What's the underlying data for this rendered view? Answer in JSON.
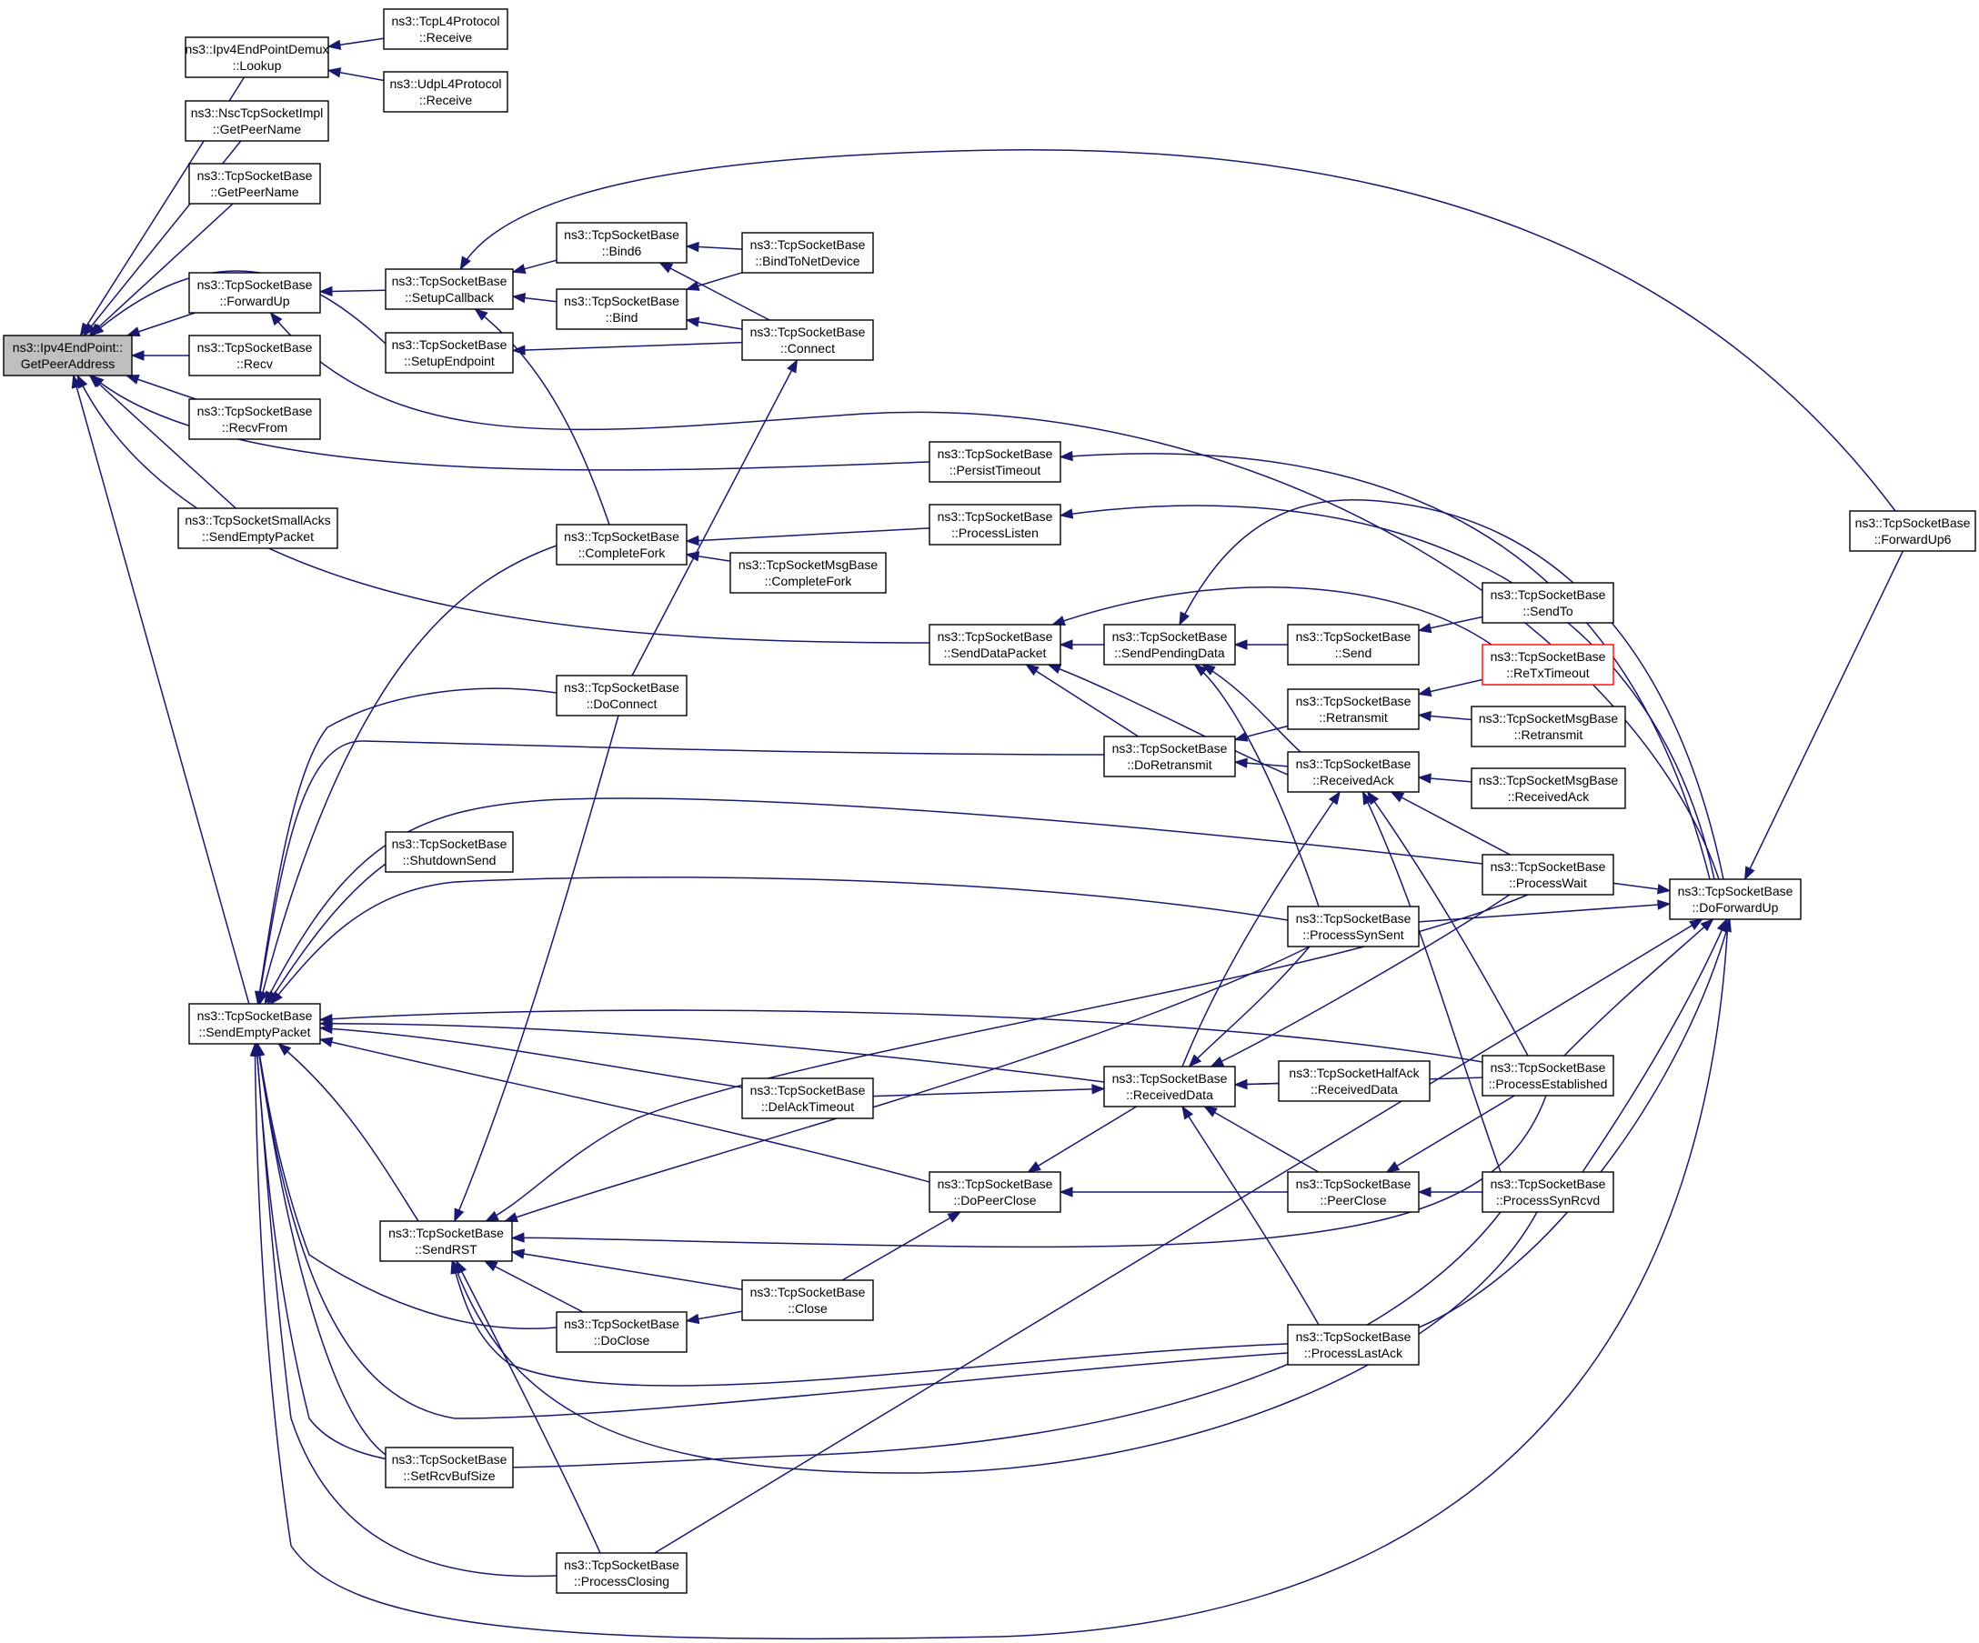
{
  "colors": {
    "edge": "#191970",
    "root_fill": "#bfbfbf",
    "node_border": "#000000",
    "highlight_border": "#ff0000"
  },
  "nodes": [
    {
      "id": "root",
      "line1": "ns3::Ipv4EndPoint::",
      "line2": "GetPeerAddress",
      "root": true
    },
    {
      "id": "lookup",
      "line1": "ns3::Ipv4EndPointDemux",
      "line2": "::Lookup"
    },
    {
      "id": "tcpl4recv",
      "line1": "ns3::TcpL4Protocol",
      "line2": "::Receive"
    },
    {
      "id": "udpl4recv",
      "line1": "ns3::UdpL4Protocol",
      "line2": "::Receive"
    },
    {
      "id": "nscgetpeer",
      "line1": "ns3::NscTcpSocketImpl",
      "line2": "::GetPeerName"
    },
    {
      "id": "getpeer",
      "line1": "ns3::TcpSocketBase",
      "line2": "::GetPeerName"
    },
    {
      "id": "forwardup",
      "line1": "ns3::TcpSocketBase",
      "line2": "::ForwardUp"
    },
    {
      "id": "recv",
      "line1": "ns3::TcpSocketBase",
      "line2": "::Recv"
    },
    {
      "id": "recvfrom",
      "line1": "ns3::TcpSocketBase",
      "line2": "::RecvFrom"
    },
    {
      "id": "smallacks",
      "line1": "ns3::TcpSocketSmallAcks",
      "line2": "::SendEmptyPacket"
    },
    {
      "id": "sendempty",
      "line1": "ns3::TcpSocketBase",
      "line2": "::SendEmptyPacket"
    },
    {
      "id": "setupcb",
      "line1": "ns3::TcpSocketBase",
      "line2": "::SetupCallback"
    },
    {
      "id": "setupep",
      "line1": "ns3::TcpSocketBase",
      "line2": "::SetupEndpoint"
    },
    {
      "id": "bind6",
      "line1": "ns3::TcpSocketBase",
      "line2": "::Bind6"
    },
    {
      "id": "bind",
      "line1": "ns3::TcpSocketBase",
      "line2": "::Bind"
    },
    {
      "id": "bindtonet",
      "line1": "ns3::TcpSocketBase",
      "line2": "::BindToNetDevice"
    },
    {
      "id": "connect",
      "line1": "ns3::TcpSocketBase",
      "line2": "::Connect"
    },
    {
      "id": "persist",
      "line1": "ns3::TcpSocketBase",
      "line2": "::PersistTimeout"
    },
    {
      "id": "completefork",
      "line1": "ns3::TcpSocketBase",
      "line2": "::CompleteFork"
    },
    {
      "id": "proclisten",
      "line1": "ns3::TcpSocketBase",
      "line2": "::ProcessListen"
    },
    {
      "id": "msgcompletefork",
      "line1": "ns3::TcpSocketMsgBase",
      "line2": "::CompleteFork"
    },
    {
      "id": "senddata",
      "line1": "ns3::TcpSocketBase",
      "line2": "::SendDataPacket"
    },
    {
      "id": "sendpending",
      "line1": "ns3::TcpSocketBase",
      "line2": "::SendPendingData"
    },
    {
      "id": "send",
      "line1": "ns3::TcpSocketBase",
      "line2": "::Send"
    },
    {
      "id": "sendto",
      "line1": "ns3::TcpSocketBase",
      "line2": "::SendTo"
    },
    {
      "id": "retx",
      "line1": "ns3::TcpSocketBase",
      "line2": "::ReTxTimeout",
      "red": true
    },
    {
      "id": "doconnect",
      "line1": "ns3::TcpSocketBase",
      "line2": "::DoConnect"
    },
    {
      "id": "retransmit",
      "line1": "ns3::TcpSocketBase",
      "line2": "::Retransmit"
    },
    {
      "id": "msgretransmit",
      "line1": "ns3::TcpSocketMsgBase",
      "line2": "::Retransmit"
    },
    {
      "id": "doretransmit",
      "line1": "ns3::TcpSocketBase",
      "line2": "::DoRetransmit"
    },
    {
      "id": "recvack",
      "line1": "ns3::TcpSocketBase",
      "line2": "::ReceivedAck"
    },
    {
      "id": "msgrecvack",
      "line1": "ns3::TcpSocketMsgBase",
      "line2": "::ReceivedAck"
    },
    {
      "id": "shutdown",
      "line1": "ns3::TcpSocketBase",
      "line2": "::ShutdownSend"
    },
    {
      "id": "procwait",
      "line1": "ns3::TcpSocketBase",
      "line2": "::ProcessWait"
    },
    {
      "id": "dofwdup",
      "line1": "ns3::TcpSocketBase",
      "line2": "::DoForwardUp"
    },
    {
      "id": "fwdup6",
      "line1": "ns3::TcpSocketBase",
      "line2": "::ForwardUp6"
    },
    {
      "id": "synsent",
      "line1": "ns3::TcpSocketBase",
      "line2": "::ProcessSynSent"
    },
    {
      "id": "delack",
      "line1": "ns3::TcpSocketBase",
      "line2": "::DelAckTimeout"
    },
    {
      "id": "recvdata",
      "line1": "ns3::TcpSocketBase",
      "line2": "::ReceivedData"
    },
    {
      "id": "halfack",
      "line1": "ns3::TcpSocketHalfAck",
      "line2": "::ReceivedData"
    },
    {
      "id": "established",
      "line1": "ns3::TcpSocketBase",
      "line2": "::ProcessEstablished"
    },
    {
      "id": "dopeerclose",
      "line1": "ns3::TcpSocketBase",
      "line2": "::DoPeerClose"
    },
    {
      "id": "peerclose",
      "line1": "ns3::TcpSocketBase",
      "line2": "::PeerClose"
    },
    {
      "id": "synrcvd",
      "line1": "ns3::TcpSocketBase",
      "line2": "::ProcessSynRcvd"
    },
    {
      "id": "sendrst",
      "line1": "ns3::TcpSocketBase",
      "line2": "::SendRST"
    },
    {
      "id": "close",
      "line1": "ns3::TcpSocketBase",
      "line2": "::Close"
    },
    {
      "id": "doclose",
      "line1": "ns3::TcpSocketBase",
      "line2": "::DoClose"
    },
    {
      "id": "lastack",
      "line1": "ns3::TcpSocketBase",
      "line2": "::ProcessLastAck"
    },
    {
      "id": "setrcvbuf",
      "line1": "ns3::TcpSocketBase",
      "line2": "::SetRcvBufSize"
    },
    {
      "id": "procclosing",
      "line1": "ns3::TcpSocketBase",
      "line2": "::ProcessClosing"
    }
  ],
  "edges": [
    {
      "from": "lookup",
      "to": "root"
    },
    {
      "from": "nscgetpeer",
      "to": "root"
    },
    {
      "from": "getpeer",
      "to": "root"
    },
    {
      "from": "setupep",
      "to": "root"
    },
    {
      "from": "forwardup",
      "to": "root"
    },
    {
      "from": "recv",
      "to": "root"
    },
    {
      "from": "recvfrom",
      "to": "root"
    },
    {
      "from": "persist",
      "to": "root"
    },
    {
      "from": "smallacks",
      "to": "root"
    },
    {
      "from": "senddata",
      "to": "root"
    },
    {
      "from": "sendempty",
      "to": "root"
    },
    {
      "from": "tcpl4recv",
      "to": "lookup"
    },
    {
      "from": "udpl4recv",
      "to": "lookup"
    },
    {
      "from": "setupcb",
      "to": "forwardup"
    },
    {
      "from": "dofwdup",
      "to": "forwardup"
    },
    {
      "from": "bind6",
      "to": "setupcb"
    },
    {
      "from": "bind",
      "to": "setupcb"
    },
    {
      "from": "completefork",
      "to": "setupcb"
    },
    {
      "from": "fwdup6",
      "to": "setupcb"
    },
    {
      "from": "connect",
      "to": "setupep"
    },
    {
      "from": "bindtonet",
      "to": "bind6"
    },
    {
      "from": "connect",
      "to": "bind6"
    },
    {
      "from": "bindtonet",
      "to": "bind"
    },
    {
      "from": "connect",
      "to": "bind"
    },
    {
      "from": "doconnect",
      "to": "connect"
    },
    {
      "from": "dofwdup",
      "to": "persist"
    },
    {
      "from": "proclisten",
      "to": "completefork"
    },
    {
      "from": "msgcompletefork",
      "to": "completefork"
    },
    {
      "from": "dofwdup",
      "to": "proclisten"
    },
    {
      "from": "sendpending",
      "to": "senddata"
    },
    {
      "from": "doretransmit",
      "to": "senddata"
    },
    {
      "from": "recvack",
      "to": "senddata"
    },
    {
      "from": "retx",
      "to": "senddata"
    },
    {
      "from": "send",
      "to": "sendpending"
    },
    {
      "from": "recvack",
      "to": "sendpending"
    },
    {
      "from": "synsent",
      "to": "sendpending"
    },
    {
      "from": "dofwdup",
      "to": "sendpending"
    },
    {
      "from": "sendto",
      "to": "send"
    },
    {
      "from": "retx",
      "to": "retransmit"
    },
    {
      "from": "msgretransmit",
      "to": "retransmit"
    },
    {
      "from": "retransmit",
      "to": "doretransmit"
    },
    {
      "from": "recvack",
      "to": "doretransmit"
    },
    {
      "from": "msgrecvack",
      "to": "recvack"
    },
    {
      "from": "procwait",
      "to": "recvack"
    },
    {
      "from": "established",
      "to": "recvack"
    },
    {
      "from": "synrcvd",
      "to": "recvack"
    },
    {
      "from": "recvdata",
      "to": "recvack"
    },
    {
      "from": "procwait",
      "to": "dofwdup"
    },
    {
      "from": "synsent",
      "to": "dofwdup"
    },
    {
      "from": "established",
      "to": "dofwdup"
    },
    {
      "from": "synrcvd",
      "to": "dofwdup"
    },
    {
      "from": "lastack",
      "to": "dofwdup"
    },
    {
      "from": "procclosing",
      "to": "dofwdup"
    },
    {
      "from": "fwdup6",
      "to": "dofwdup"
    },
    {
      "from": "delack",
      "to": "recvdata"
    },
    {
      "from": "halfack",
      "to": "recvdata"
    },
    {
      "from": "established",
      "to": "recvdata"
    },
    {
      "from": "peerclose",
      "to": "recvdata"
    },
    {
      "from": "lastack",
      "to": "recvdata"
    },
    {
      "from": "synsent",
      "to": "recvdata"
    },
    {
      "from": "procwait",
      "to": "recvdata"
    },
    {
      "from": "recvdata",
      "to": "dopeerclose"
    },
    {
      "from": "peerclose",
      "to": "dopeerclose"
    },
    {
      "from": "established",
      "to": "peerclose"
    },
    {
      "from": "synrcvd",
      "to": "peerclose"
    },
    {
      "from": "close",
      "to": "doclose"
    },
    {
      "from": "close",
      "to": "dopeerclose"
    },
    {
      "from": "doclose",
      "to": "sendrst"
    },
    {
      "from": "close",
      "to": "sendrst"
    },
    {
      "from": "lastack",
      "to": "sendrst"
    },
    {
      "from": "synrcvd",
      "to": "sendrst"
    },
    {
      "from": "established",
      "to": "sendrst"
    },
    {
      "from": "procwait",
      "to": "sendrst"
    },
    {
      "from": "synsent",
      "to": "sendrst"
    },
    {
      "from": "doconnect",
      "to": "sendrst"
    },
    {
      "from": "procclosing",
      "to": "sendrst"
    },
    {
      "from": "completefork",
      "to": "sendempty"
    },
    {
      "from": "doconnect",
      "to": "sendempty"
    },
    {
      "from": "doretransmit",
      "to": "sendempty"
    },
    {
      "from": "procwait",
      "to": "sendempty"
    },
    {
      "from": "shutdown",
      "to": "sendempty"
    },
    {
      "from": "synsent",
      "to": "sendempty"
    },
    {
      "from": "delack",
      "to": "sendempty"
    },
    {
      "from": "recvdata",
      "to": "sendempty"
    },
    {
      "from": "established",
      "to": "sendempty"
    },
    {
      "from": "dopeerclose",
      "to": "sendempty"
    },
    {
      "from": "sendrst",
      "to": "sendempty"
    },
    {
      "from": "doclose",
      "to": "sendempty"
    },
    {
      "from": "lastack",
      "to": "sendempty"
    },
    {
      "from": "synrcvd",
      "to": "sendempty"
    },
    {
      "from": "setrcvbuf",
      "to": "sendempty"
    },
    {
      "from": "procclosing",
      "to": "sendempty"
    },
    {
      "from": "dofwdup",
      "to": "sendempty"
    }
  ]
}
